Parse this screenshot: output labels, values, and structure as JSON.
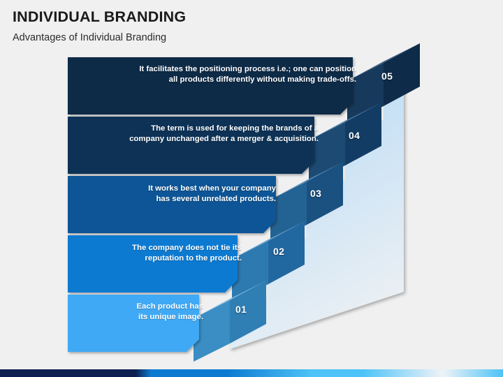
{
  "header": {
    "title": "INDIVIDUAL BRANDING",
    "subtitle": "Advantages of Individual Branding"
  },
  "diagram": {
    "type": "staircase-5-step",
    "steps": [
      {
        "number": "05",
        "text": "It facilitates the positioning process i.e.; one can position\nall products differently without making trade-offs.",
        "panel_color": "#0b2947",
        "cube_top_color": "#3d5f80",
        "cube_front_color": "#16395c",
        "cube_side_color": "#0e2b49"
      },
      {
        "number": "04",
        "text": "The term is used for keeping the brands of a\ncompany unchanged after a merger & acquisition.",
        "panel_color": "#0a3357",
        "cube_top_color": "#4a79a3",
        "cube_front_color": "#1c4a73",
        "cube_side_color": "#123c64"
      },
      {
        "number": "03",
        "text": "It works best when your company\nhas several unrelated products.",
        "panel_color": "#075596",
        "cube_top_color": "#5a8cb8",
        "cube_front_color": "#236394",
        "cube_side_color": "#1a5180"
      },
      {
        "number": "02",
        "text": "The company does not tie its\nreputation to the product.",
        "panel_color": "#0d7ad1",
        "cube_top_color": "#6ba3cc",
        "cube_front_color": "#2c7ab0",
        "cube_side_color": "#2268a0"
      },
      {
        "number": "01",
        "text": "Each product has\nits unique image.",
        "panel_color": "#40a9f5",
        "cube_top_color": "#7cb6dd",
        "cube_front_color": "#3a8ec4",
        "cube_side_color": "#2f7fb4"
      }
    ],
    "backdrop": {
      "top_color": "#a9d3f2",
      "bottom_color": "#e9eff4"
    }
  },
  "footer": {
    "gradient_start": "#0e2050",
    "gradient_mid": "#0d7ad1",
    "gradient_light": "#4dc3f7",
    "gradient_end": "#eef3f7"
  }
}
